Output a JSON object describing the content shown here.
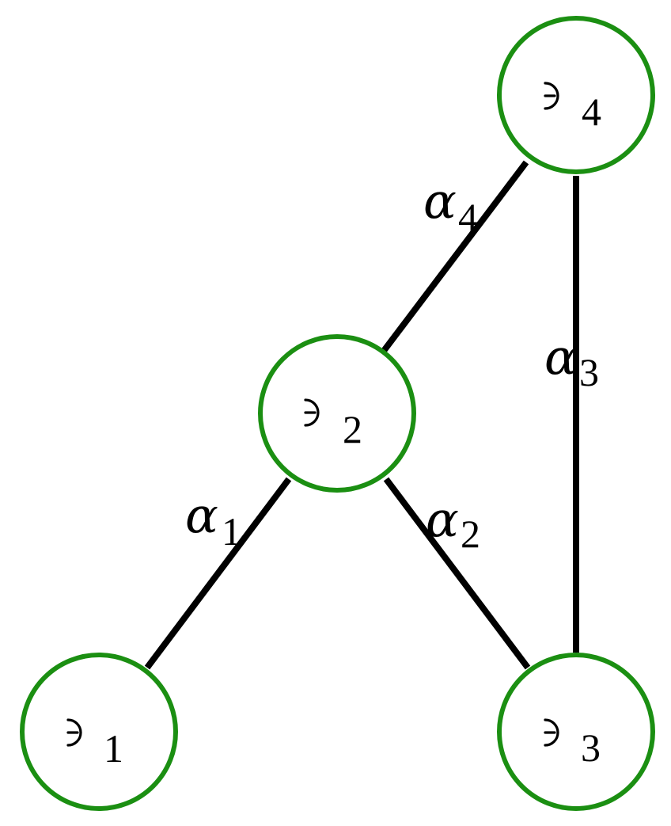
{
  "diagram": {
    "nodes": [
      {
        "id": "node-1",
        "symbol": "ᘐ",
        "subscript": "1"
      },
      {
        "id": "node-2",
        "symbol": "ᘐ",
        "subscript": "2"
      },
      {
        "id": "node-3",
        "symbol": "ᘐ",
        "subscript": "3"
      },
      {
        "id": "node-4",
        "symbol": "ᘐ",
        "subscript": "4"
      }
    ],
    "edges": [
      {
        "id": "edge-1",
        "from": "node-1",
        "to": "node-2",
        "symbol": "α",
        "subscript": "1"
      },
      {
        "id": "edge-2",
        "from": "node-2",
        "to": "node-3",
        "symbol": "α",
        "subscript": "2"
      },
      {
        "id": "edge-3",
        "from": "node-3",
        "to": "node-4",
        "symbol": "α",
        "subscript": "3"
      },
      {
        "id": "edge-4",
        "from": "node-2",
        "to": "node-4",
        "symbol": "α",
        "subscript": "4"
      }
    ],
    "colors": {
      "node_border": "#1b8f12",
      "edge": "#000000",
      "background": "#ffffff"
    }
  }
}
